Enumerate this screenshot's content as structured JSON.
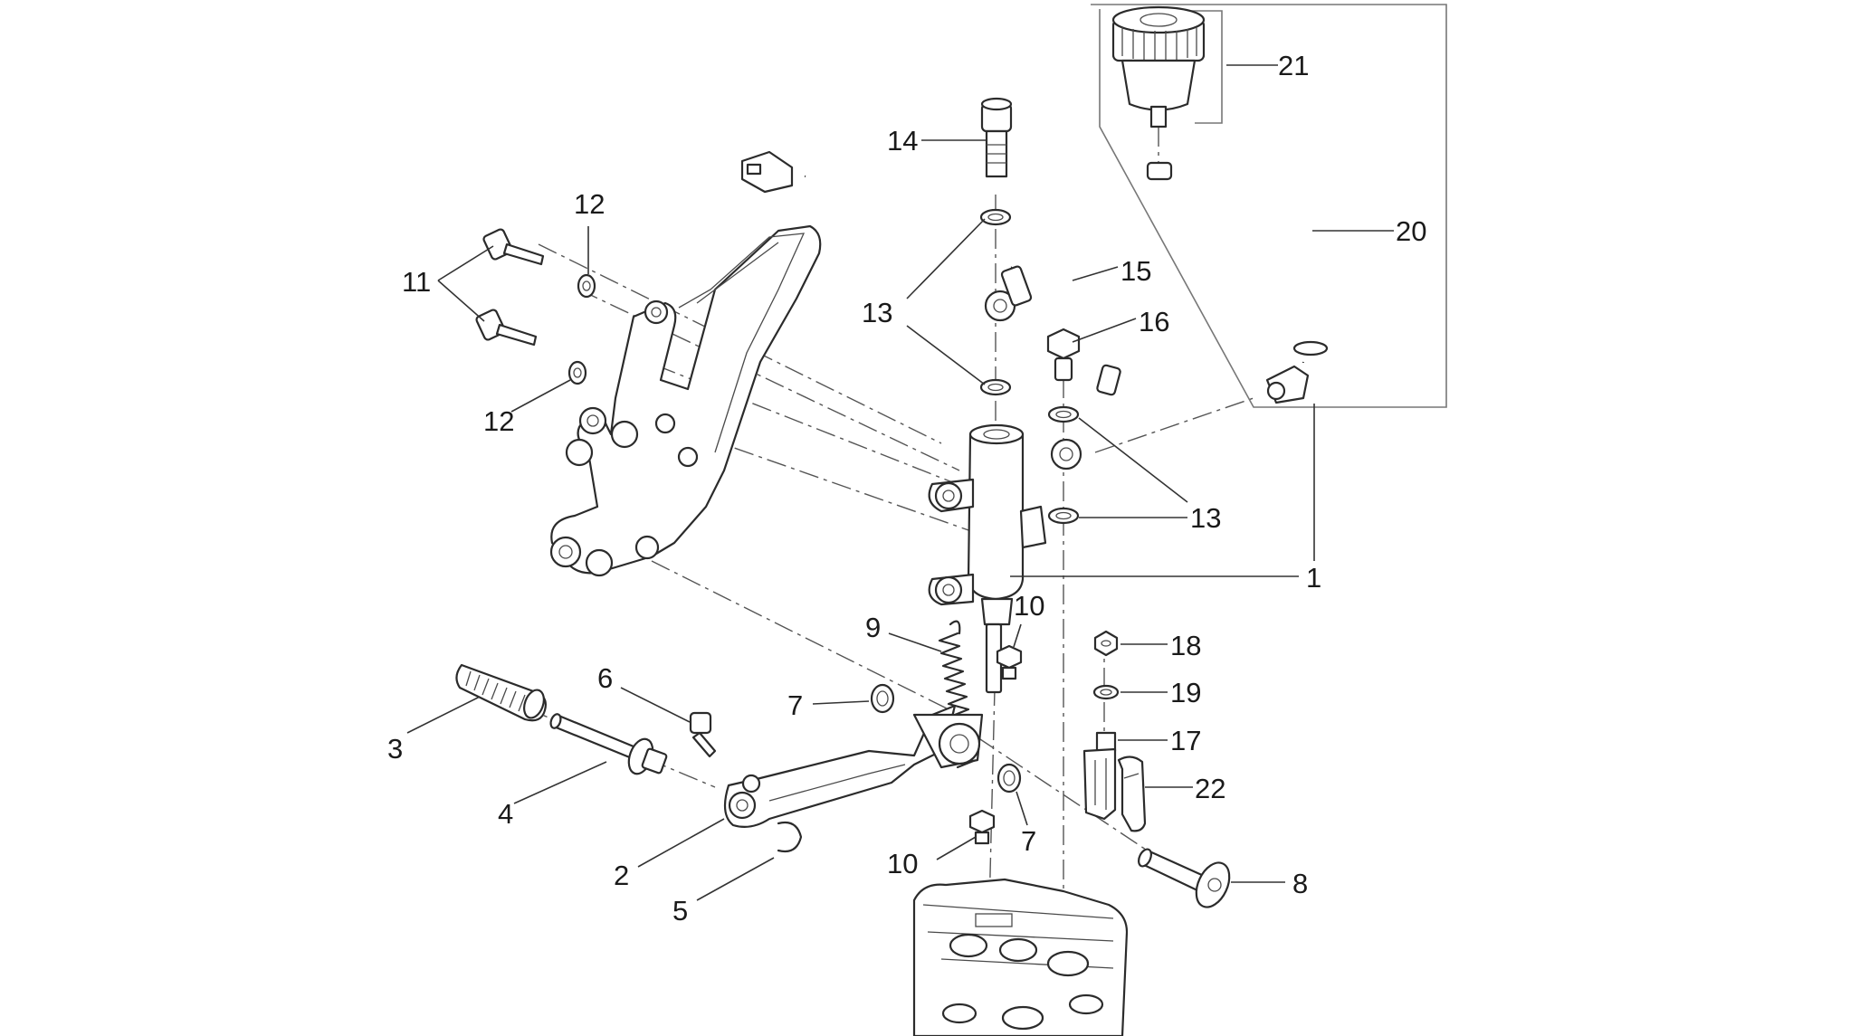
{
  "diagram": {
    "callouts": {
      "c1": "1",
      "c2": "2",
      "c3": "3",
      "c4": "4",
      "c5": "5",
      "c6": "6",
      "c7a": "7",
      "c7b": "7",
      "c8": "8",
      "c9": "9",
      "c10a": "10",
      "c10b": "10",
      "c11": "11",
      "c12a": "12",
      "c12b": "12",
      "c13a": "13",
      "c13b": "13",
      "c14": "14",
      "c15": "15",
      "c16": "16",
      "c17": "17",
      "c18": "18",
      "c19": "19",
      "c20": "20",
      "c21": "21",
      "c22": "22"
    },
    "parts": [
      "master-cylinder",
      "brake-pedal",
      "footpeg-rubber",
      "footpeg-pin",
      "circlip",
      "pedal-bolt",
      "washer",
      "pivot-bolt",
      "return-spring",
      "screw",
      "bolt",
      "washer-small",
      "copper-washer",
      "brake-light-switch",
      "brake-hose",
      "banjo-bolt",
      "clevis-pin",
      "nut",
      "washer-nut",
      "reservoir-hose",
      "fluid-reservoir",
      "clevis"
    ],
    "colors": {
      "line": "#2b2b2b",
      "background": "#ffffff"
    }
  }
}
